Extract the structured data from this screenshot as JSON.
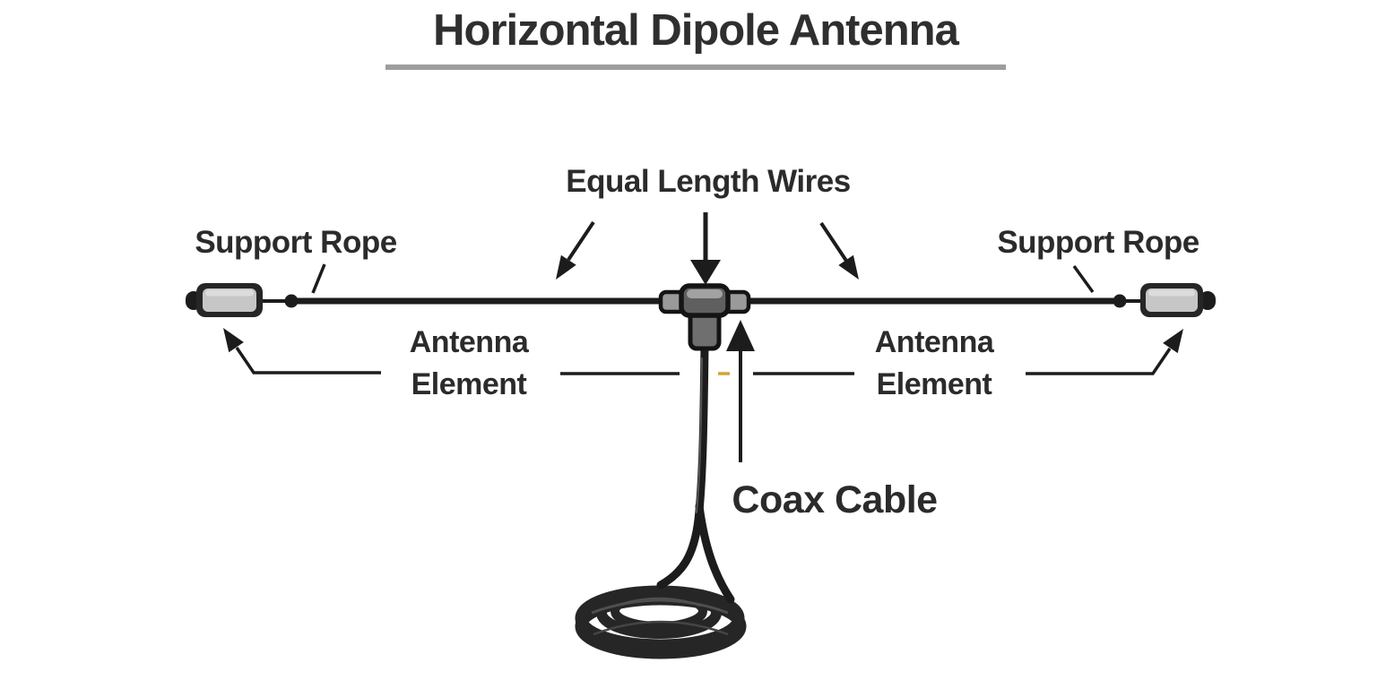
{
  "title": {
    "text": "Horizontal Dipole Antenna"
  },
  "labels": {
    "equal_length_wires": "Equal Length Wires",
    "support_rope_left": "Support Rope",
    "support_rope_right": "Support Rope",
    "antenna_element_left": {
      "line1": "Antenna",
      "line2": "Element"
    },
    "antenna_element_right": {
      "line1": "Antenna",
      "line2": "Element"
    },
    "coax_cable": "Coax Cable"
  },
  "diagram": {
    "parts": [
      "left-end-insulator",
      "right-end-insulator",
      "left-wire-element",
      "right-wire-element",
      "center-feed-connector",
      "coax-cable-drop",
      "coax-cable-coil"
    ],
    "colors": {
      "background": "#ffffff",
      "text": "#2b2b2b",
      "title_underline": "#9e9e9e",
      "wire": "#1c1c1c",
      "insulator_outline": "#1f1f1f",
      "insulator_fill": "#c6c6c6",
      "connector_body": "#5f5f5f",
      "connector_lug": "#9a9a9a",
      "connector_stem": "#6f6f6f",
      "coil": "#262626",
      "accent_dash": "#d1a437"
    }
  }
}
